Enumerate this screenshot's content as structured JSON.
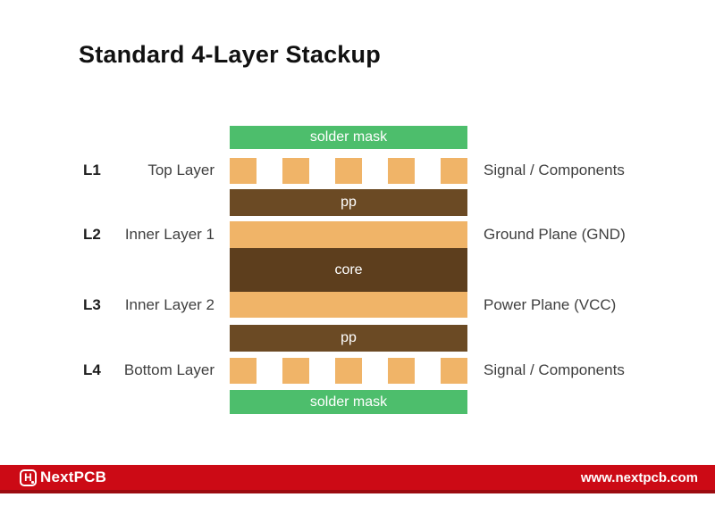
{
  "title": "Standard 4-Layer Stackup",
  "colors": {
    "red": "#cc0a15",
    "red_dark": "#9c0b10",
    "green": "#4dbe6c",
    "copper": "#f0b468",
    "prepreg": "#6b4a24",
    "core": "#5d3e1d"
  },
  "diagram": {
    "solder_mask_top": "solder mask",
    "pp_top": "pp",
    "core": "core",
    "pp_bottom": "pp",
    "solder_mask_bottom": "solder mask",
    "layers": [
      {
        "id": "L1",
        "name": "Top Layer",
        "role": "Signal / Components"
      },
      {
        "id": "L2",
        "name": "Inner Layer 1",
        "role": "Ground Plane (GND)"
      },
      {
        "id": "L3",
        "name": "Inner Layer 2",
        "role": "Power Plane (VCC)"
      },
      {
        "id": "L4",
        "name": "Bottom Layer",
        "role": "Signal / Components"
      }
    ]
  },
  "footer": {
    "brand": "NextPCB",
    "logo_glyph": "H",
    "website": "www.nextpcb.com"
  }
}
